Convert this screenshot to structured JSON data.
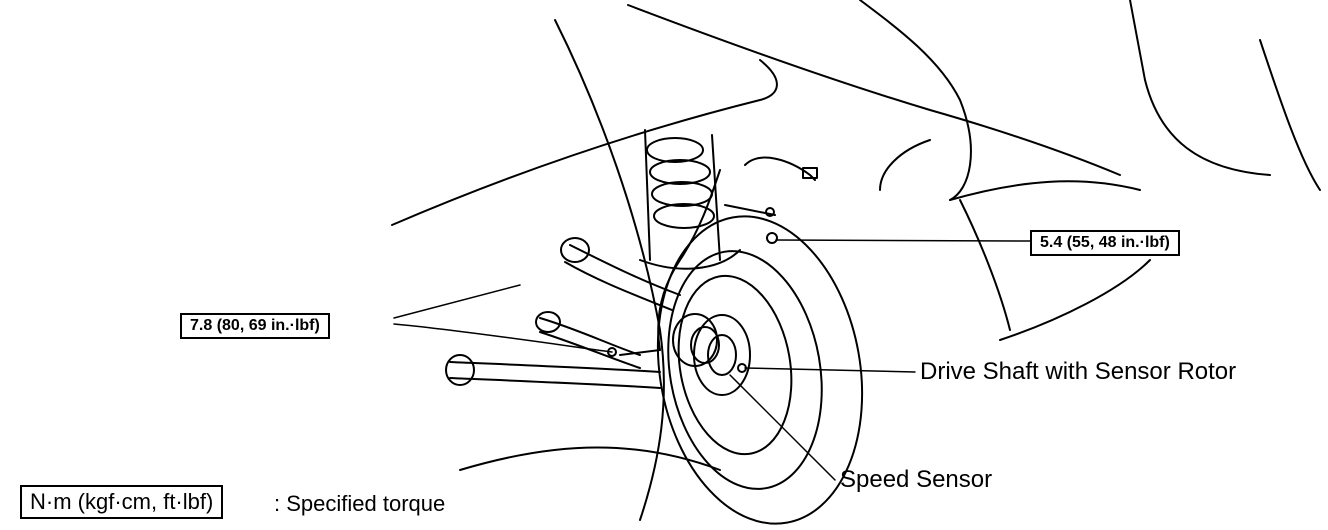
{
  "torque_specs": [
    {
      "id": "upper",
      "value": "5.4 (55, 48 in.·lbf)"
    },
    {
      "id": "lower",
      "value": "7.8 (80, 69 in.·lbf)"
    }
  ],
  "parts": {
    "drive_shaft": "Drive Shaft with Sensor Rotor",
    "speed_sensor": "Speed Sensor"
  },
  "legend": {
    "unit_box": "N·m (kgf·cm, ft·lbf)",
    "description": ": Specified torque"
  }
}
